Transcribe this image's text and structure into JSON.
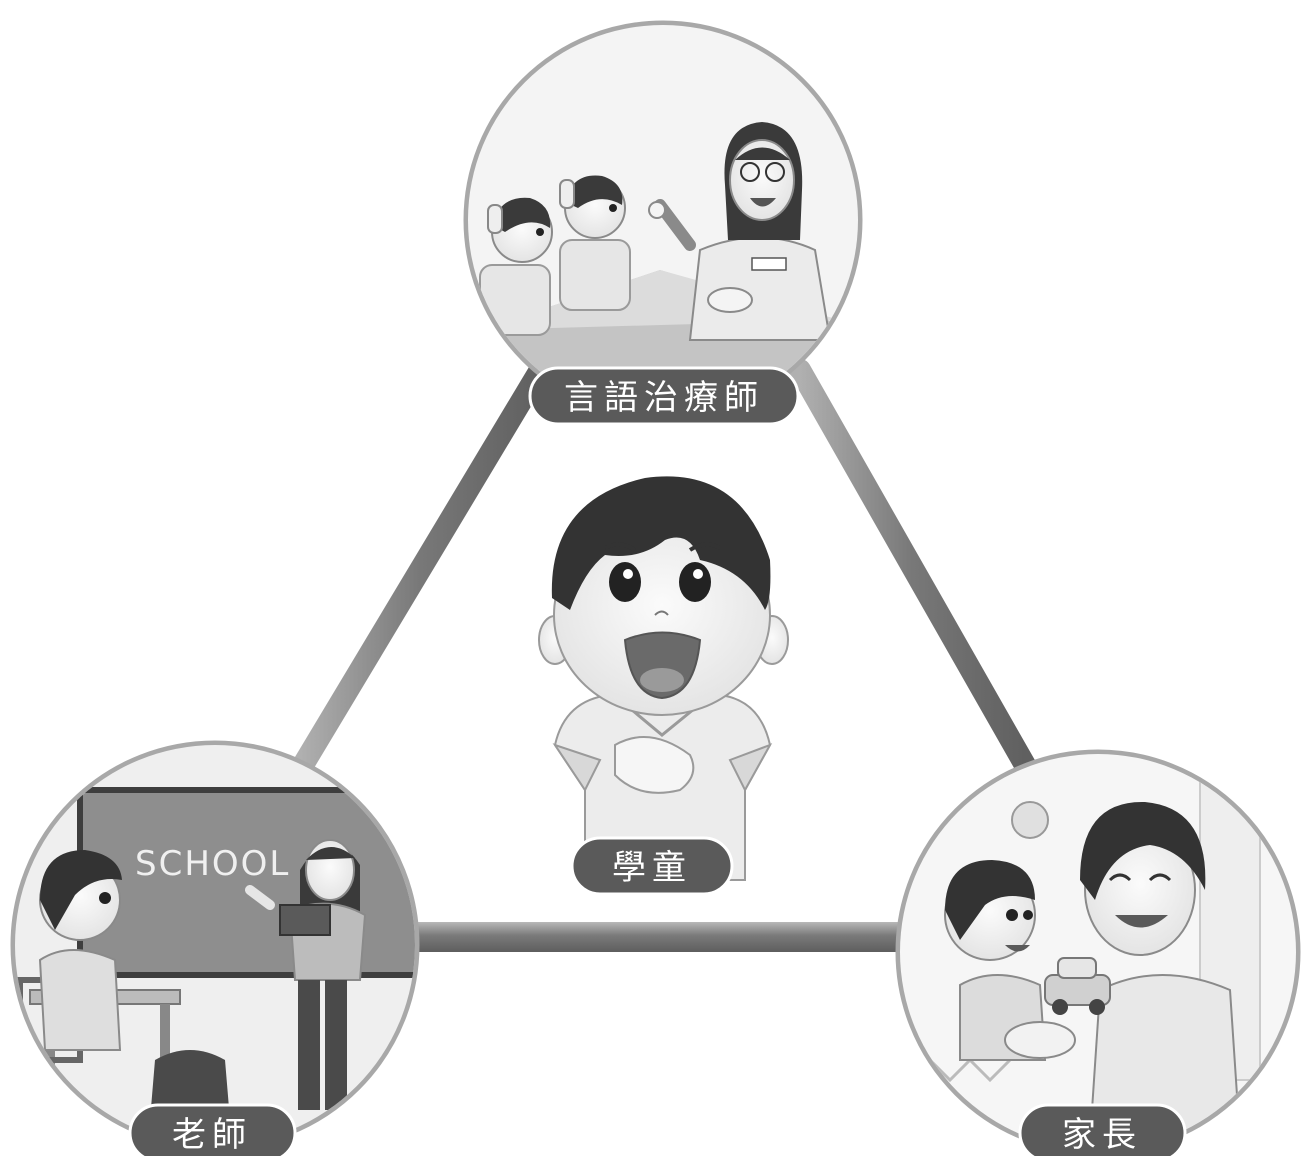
{
  "roles": {
    "therapist": "言語治療師",
    "student": "學童",
    "teacher": "老師",
    "parent": "家長"
  },
  "blackboard_text": "SCHOOL",
  "colors": {
    "bar": "#8a8a8a",
    "pill": "#5a5a5a",
    "circle_stroke": "#9a9a9a",
    "hair": "#3a3a3a"
  }
}
